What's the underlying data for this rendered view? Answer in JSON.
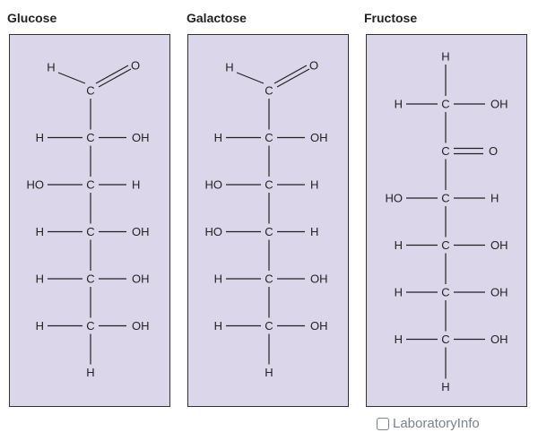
{
  "titles": [
    "Glucose",
    "Galactose",
    "Fructose"
  ],
  "glucose": {
    "aldehyde": {
      "H": "H",
      "C": "C",
      "O": "O"
    },
    "rows": [
      {
        "left": "H",
        "c": "C",
        "right": "OH"
      },
      {
        "left": "HO",
        "c": "C",
        "right": "H"
      },
      {
        "left": "H",
        "c": "C",
        "right": "OH"
      },
      {
        "left": "H",
        "c": "C",
        "right": "OH"
      },
      {
        "left": "H",
        "c": "C",
        "right": "OH"
      }
    ],
    "bottom": "H"
  },
  "galactose": {
    "aldehyde": {
      "H": "H",
      "C": "C",
      "O": "O"
    },
    "rows": [
      {
        "left": "H",
        "c": "C",
        "right": "OH"
      },
      {
        "left": "HO",
        "c": "C",
        "right": "H"
      },
      {
        "left": "HO",
        "c": "C",
        "right": "H"
      },
      {
        "left": "H",
        "c": "C",
        "right": "OH"
      },
      {
        "left": "H",
        "c": "C",
        "right": "OH"
      }
    ],
    "bottom": "H"
  },
  "fructose": {
    "top": "H",
    "rows": [
      {
        "left": "H",
        "c": "C",
        "right": "OH"
      },
      {
        "left": "",
        "c": "C",
        "right": "O",
        "double": true
      },
      {
        "left": "HO",
        "c": "C",
        "right": "H"
      },
      {
        "left": "H",
        "c": "C",
        "right": "OH"
      },
      {
        "left": "H",
        "c": "C",
        "right": "OH"
      },
      {
        "left": "H",
        "c": "C",
        "right": "OH"
      }
    ],
    "bottom": "H"
  },
  "watermark": "LaboratoryInfo"
}
